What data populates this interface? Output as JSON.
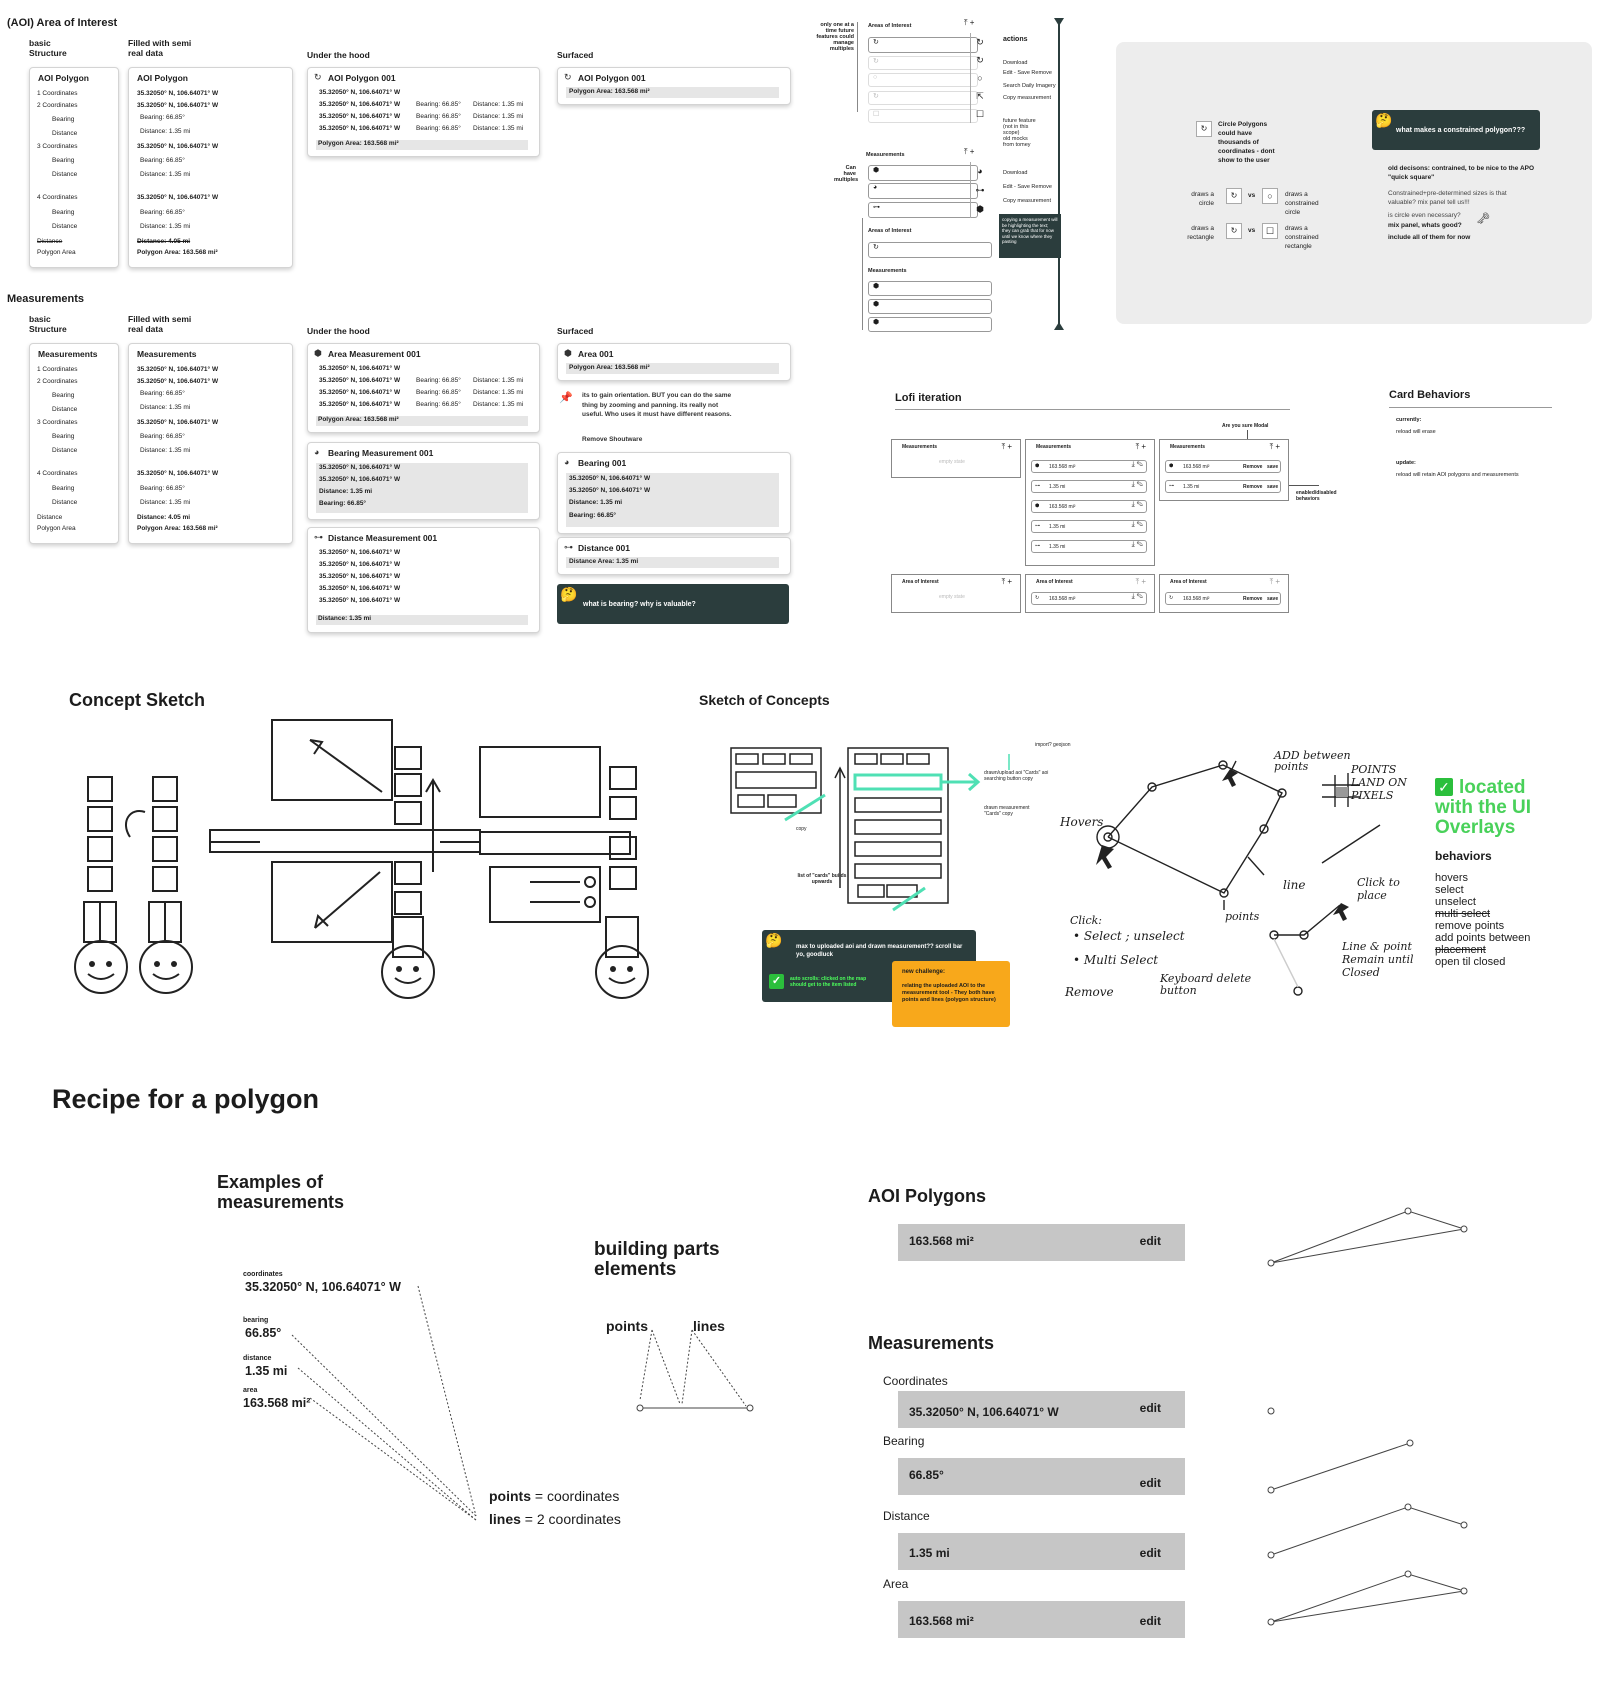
{
  "aoi": {
    "title": "(AOI) Area of Interest",
    "col_basic": "basic\nStructure",
    "col_filled": "Filled with semi\nreal data",
    "col_hood": "Under the hood",
    "col_surfaced": "Surfaced",
    "basic_card": {
      "title": "AOI Polygon",
      "rows": [
        "1 Coordinates",
        "2 Coordinates",
        "Bearing",
        "Distance",
        "3 Coordinates",
        "Bearing",
        "Distance",
        "4 Coordinates",
        "Bearing",
        "Distance",
        "Distance",
        "Polygon Area"
      ]
    },
    "filled_card": {
      "title": "AOI Polygon",
      "rows": [
        "35.32050° N, 106.64071° W",
        "35.32050° N, 106.64071° W",
        "Bearing: 66.85°",
        "Distance: 1.35 mi",
        "35.32050° N, 106.64071° W",
        "Bearing: 66.85°",
        "Distance: 1.35 mi",
        "35.32050° N, 106.64071° W",
        "Bearing: 66.85°",
        "Distance: 1.35 mi",
        "Distance:  4.05 mi",
        "Polygon Area: 163.568 mi²"
      ]
    },
    "hood_card": {
      "title": "AOI Polygon 001",
      "coord": "35.32050° N, 106.64071° W",
      "bearing": "Bearing: 66.85°",
      "distance": "Distance: 1.35 mi",
      "area": "Polygon Area: 163.568 mi²"
    },
    "surfaced_card": {
      "title": "AOI Polygon 001",
      "area": "Polygon Area: 163.568 mi²"
    }
  },
  "meas": {
    "title": "Measurements",
    "col_basic": "basic\nStructure",
    "col_filled": "Filled with semi\nreal data",
    "col_hood": "Under the hood",
    "col_surfaced": "Surfaced",
    "basic_card": {
      "title": "Measurements",
      "rows": [
        "1 Coordinates",
        "2 Coordinates",
        "Bearing",
        "Distance",
        "3 Coordinates",
        "Bearing",
        "Distance",
        "4 Coordinates",
        "Bearing",
        "Distance",
        "Distance",
        "Polygon Area"
      ]
    },
    "filled_card": {
      "title": "Measurements",
      "rows": [
        "35.32050° N, 106.64071° W",
        "35.32050° N, 106.64071° W",
        "Bearing: 66.85°",
        "Distance: 1.35 mi",
        "35.32050° N, 106.64071° W",
        "Bearing: 66.85°",
        "Distance: 1.35 mi",
        "35.32050° N, 106.64071° W",
        "Bearing: 66.85°",
        "Distance: 1.35 mi",
        "Distance:  4.05 mi",
        "Polygon Area: 163.568 mi²"
      ]
    },
    "area_card": {
      "title": "Area Measurement 001"
    },
    "bearing_card": {
      "title": "Bearing Measurement 001",
      "distance": "Distance: 1.35 mi",
      "bearing": "Bearing: 66.85°"
    },
    "distance_card": {
      "title": "Distance Measurement 001",
      "distance": "Distance: 1.35 mi"
    },
    "surf_area": {
      "title": "Area 001",
      "value": "Polygon Area: 163.568 mi²"
    },
    "pin_note": "its to gain orientation. BUT you can do the same thing by zooming and panning. its really not useful. Who uses it must have different reasons.",
    "remove_link": "Remove Shoutware",
    "surf_bearing": {
      "title": "Bearing 001",
      "distance": "Distance: 1.35 mi",
      "bearing": "Bearing: 66.85°"
    },
    "surf_distance": {
      "title": "Distance 001",
      "value": "Distance Area: 1.35 mi"
    },
    "question": "what is bearing? why is valuable?"
  },
  "panel_top": {
    "note_left": "only one at a time future features could manage multiples",
    "aoi_label": "Areas of Interest",
    "actions_label": "actions",
    "actions": [
      "Download",
      "Edit - Save    Remove",
      "Search Daily Imagery",
      "Copy measurement",
      "future feature (not in this scope)",
      "old mocks from tomey"
    ],
    "meas_label": "Measurements",
    "can_have": "Can have multiples",
    "actions2": [
      "Download",
      "Edit - Save    Remove",
      "Copy measurement"
    ],
    "tooltip": "copying a measurement will be highlighting the text; they can grab that for now until we know where they pasting",
    "aoi_label2": "Areas of Interest",
    "meas_label2": "Measurements"
  },
  "grey_panel": {
    "circle_note": "Circle Polygons could have thousands of coordinates - dont show to the user",
    "draws_circle": "draws a circle",
    "vs": "vs",
    "draws_constrained_circle": "draws a constrained circle",
    "draws_rectangle": "draws a rectangle",
    "draws_constrained_rectangle": "draws a constrained rectangle",
    "q_title": "what makes a constrained polygon???",
    "old_decisions": "old decisons: contrained, to be nice to the APO \"quick square\"",
    "line2": "Constrained+pre-determined sizes is that valuable? mix panel tell us!!!",
    "line3": "is circle even necessary?",
    "line4": "mix panel, whats good?",
    "line5": "include all of them for now"
  },
  "lofi": {
    "title": "Lofi iteration",
    "modal_note": "Are you sure Modal",
    "enabled_note": "enabled/disabled behaviors",
    "meas": "Measurements",
    "aoi": "Area of Interest",
    "empty": "empty state",
    "area_val": "163.568 mi²",
    "dist_val": "1.35 mi",
    "remove": "Remove",
    "save": "save"
  },
  "card_behaviors": {
    "title": "Card Behaviors",
    "currently": "currently:",
    "currently_text": "reload will erase",
    "update": "update:",
    "update_text": "reload will retain AOI polygons and measurements"
  },
  "concept_sketch": {
    "title": "Concept Sketch"
  },
  "sketch_concepts": {
    "title": "Sketch of Concepts",
    "import": "import? geojson",
    "drawn_upload": "drawn/upload aoi \"Cards\" aoi searching button copy",
    "drawn_meas": "drawn measurement \"Cards\" copy",
    "list_cards": "list of \"cards\" builds upwards",
    "copy": "copy",
    "max_q": "max to uploaded aoi and drawn measurement?? scroll bar yo, goodluck",
    "auto_scroll": "auto scrolls: clicked on the map should get to the item listed",
    "challenge_title": "new challenge:",
    "challenge_text": "relating the uploaded AOI to the measurement tool - They both have points and lines (polygon structure)",
    "hand": {
      "add_between": "ADD between points",
      "points_land": "POINTS LAND ON PIXELS",
      "hovers": "Hovers",
      "line": "line",
      "points": "points",
      "click": "Click:",
      "select": "• Select ; unselect",
      "multi": "• Multi Select",
      "remove": "Remove",
      "keyboard": "Keyboard delete button",
      "click_place": "Click to place",
      "line_point": "Line & point Remain until Closed"
    },
    "located": "located with the UI Overlays",
    "behaviors_title": "behaviors",
    "behaviors": [
      "hovers",
      "select",
      "unselect",
      "multi select",
      "remove points",
      "add points between",
      "placement",
      "open til closed"
    ]
  },
  "recipe": {
    "title": "Recipe for a polygon",
    "examples_title": "Examples of measurements",
    "coords_label": "coordinates",
    "coords_value": "35.32050° N, 106.64071° W",
    "bearing_label": "bearing",
    "bearing_value": "66.85°",
    "distance_label": "distance",
    "distance_value": "1.35 mi",
    "area_label": "area",
    "area_value": "163.568 mi²",
    "building_title": "building parts elements",
    "points": "points",
    "lines": "lines",
    "points_eq_strong": "points",
    "points_eq": " = coordinates",
    "lines_eq_strong": "lines",
    "lines_eq": " = 2 coordinates",
    "aoi_title": "AOI Polygons",
    "aoi_value": "163.568 mi²",
    "edit": "edit",
    "meas_title": "Measurements",
    "coordinates_label": "Coordinates",
    "bearing_row_label": "Bearing",
    "distance_row_label": "Distance",
    "area_row_label": "Area"
  }
}
